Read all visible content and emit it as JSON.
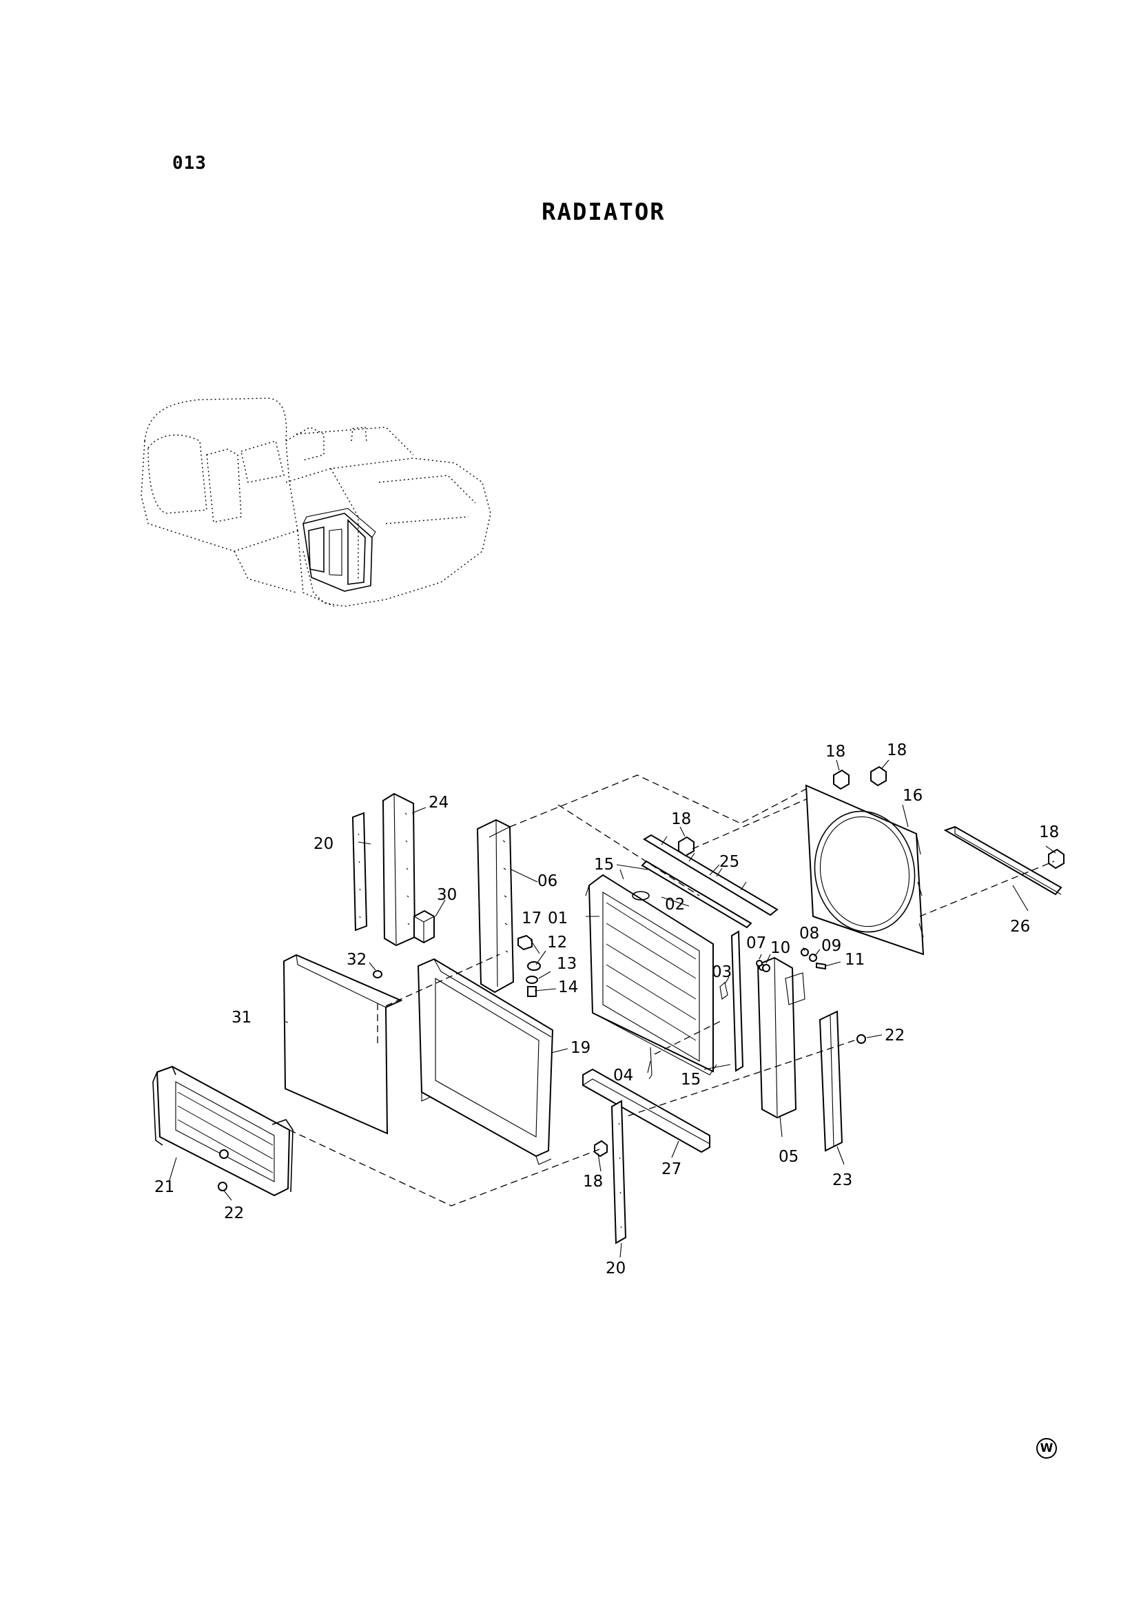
{
  "page": {
    "number": "013",
    "title": "RADIATOR",
    "mark": "W"
  },
  "callouts": {
    "c01": "01",
    "c02": "02",
    "c03": "03",
    "c04": "04",
    "c05": "05",
    "c06": "06",
    "c07": "07",
    "c08": "08",
    "c09": "09",
    "c10": "10",
    "c11": "11",
    "c12": "12",
    "c13": "13",
    "c14": "14",
    "c15a": "15",
    "c15b": "15",
    "c16": "16",
    "c17": "17",
    "c18a": "18",
    "c18b": "18",
    "c18c": "18",
    "c18d": "18",
    "c18e": "18",
    "c19": "19",
    "c20a": "20",
    "c20b": "20",
    "c21": "21",
    "c22a": "22",
    "c22b": "22",
    "c23": "23",
    "c24": "24",
    "c25": "25",
    "c26": "26",
    "c27": "27",
    "c30": "30",
    "c31": "31",
    "c32": "32"
  }
}
